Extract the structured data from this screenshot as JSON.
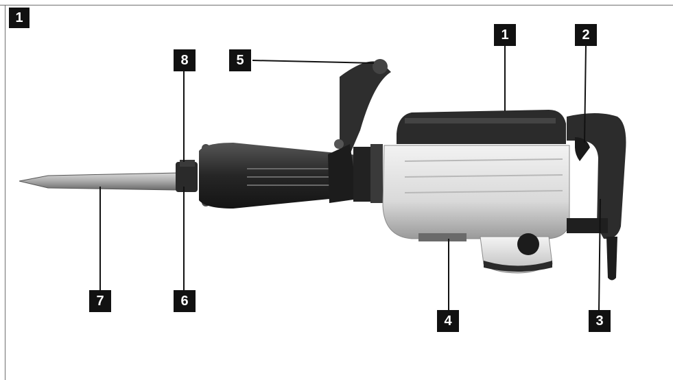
{
  "figure": {
    "number": "1"
  },
  "callouts": [
    {
      "id": "1",
      "label": "1"
    },
    {
      "id": "2",
      "label": "2"
    },
    {
      "id": "3",
      "label": "3"
    },
    {
      "id": "4",
      "label": "4"
    },
    {
      "id": "5",
      "label": "5"
    },
    {
      "id": "6",
      "label": "6"
    },
    {
      "id": "7",
      "label": "7"
    },
    {
      "id": "8",
      "label": "8"
    }
  ]
}
